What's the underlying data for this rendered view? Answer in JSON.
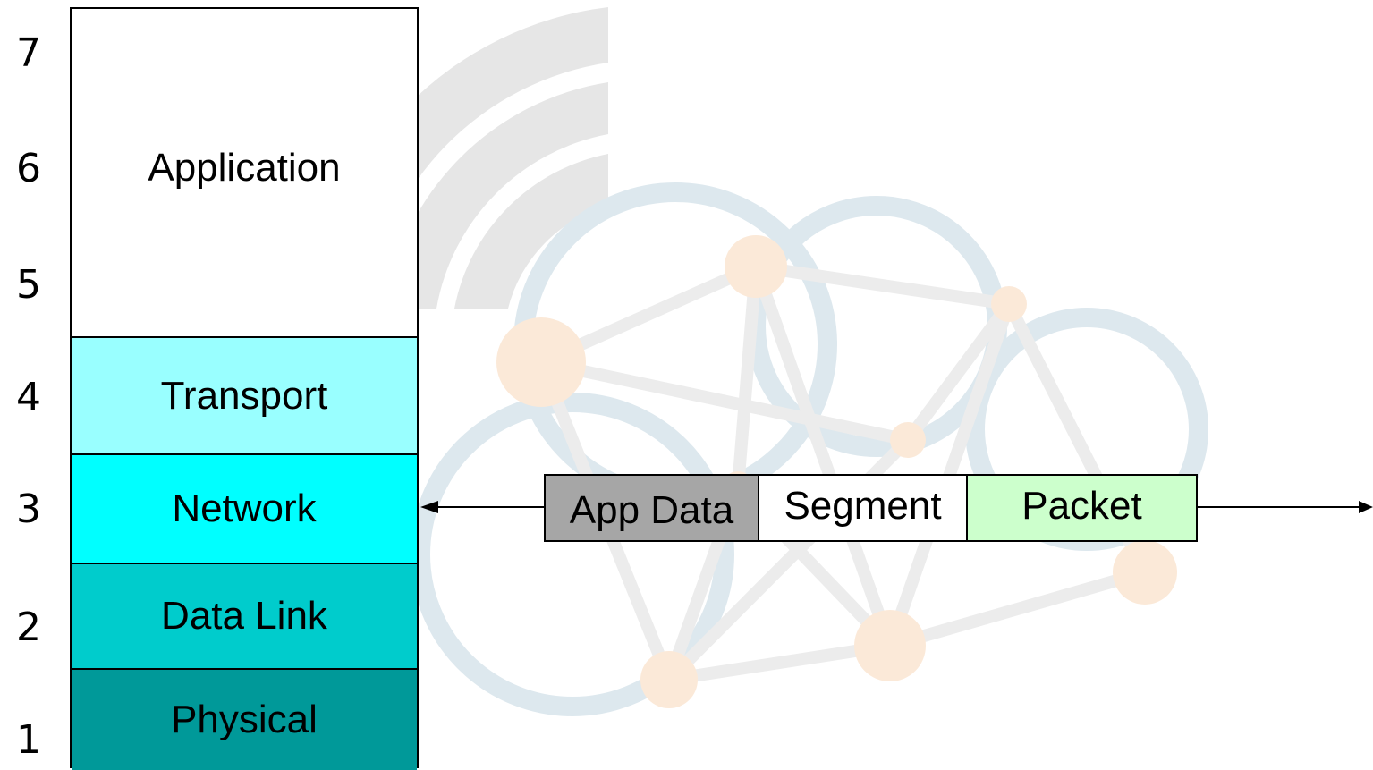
{
  "layer_numbers": [
    "7",
    "6",
    "5",
    "4",
    "3",
    "2",
    "1"
  ],
  "layers": {
    "application": {
      "label": "Application",
      "color": "#ffffff"
    },
    "transport": {
      "label": "Transport",
      "color": "#99ffff"
    },
    "network": {
      "label": "Network",
      "color": "#00ffff"
    },
    "data_link": {
      "label": "Data Link",
      "color": "#00cccc"
    },
    "physical": {
      "label": "Physical",
      "color": "#009999"
    }
  },
  "pdu": {
    "app_data": {
      "label": "App Data",
      "color": "#a6a6a6"
    },
    "segment": {
      "label": "Segment",
      "color": "#ffffff"
    },
    "packet": {
      "label": "Packet",
      "color": "#ccffcc"
    }
  },
  "connector": {
    "type": "double-arrow",
    "icon": "arrow-head-icon"
  },
  "watermark": {
    "icons": [
      "wifi-signal-icon",
      "cloud-network-icon"
    ]
  }
}
